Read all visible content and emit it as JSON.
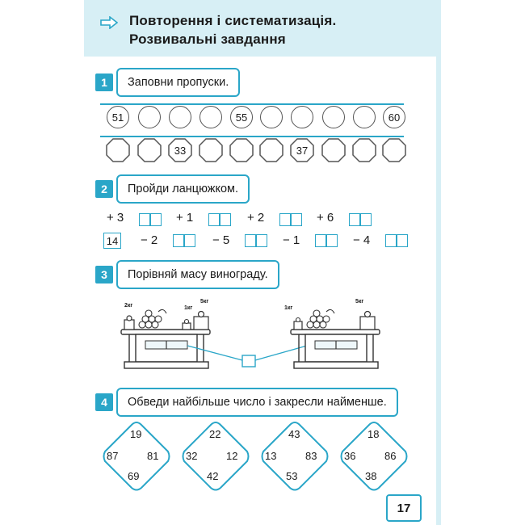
{
  "header": {
    "title_line1": "Повторення і систематизація.",
    "title_line2": "Розвивальні завдання"
  },
  "task1": {
    "num": "1",
    "text": "Заповни пропуски.",
    "row1": [
      "51",
      "",
      "",
      "",
      "55",
      "",
      "",
      "",
      "",
      "60"
    ],
    "row2": [
      "",
      "",
      "33",
      "",
      "",
      "",
      "37",
      "",
      "",
      ""
    ]
  },
  "task2": {
    "num": "2",
    "text": "Пройди ланцюжком.",
    "start": "14",
    "top_ops": [
      "+ 3",
      "+ 1",
      "+ 2",
      "+ 6"
    ],
    "bottom_ops": [
      "− 2",
      "− 5",
      "− 1",
      "− 4"
    ]
  },
  "task3": {
    "num": "3",
    "text": "Порівняй масу винограду.",
    "scale1": {
      "left_weight": "2кг",
      "right_weights": [
        "1кг",
        "5кг"
      ]
    },
    "scale2": {
      "left_weight": "1кг",
      "right_weight": "5кг"
    }
  },
  "task4": {
    "num": "4",
    "text": "Обведи найбільше число і закресли найменше.",
    "diamonds": [
      {
        "top": "19",
        "left": "87",
        "right": "81",
        "bottom": "69"
      },
      {
        "top": "22",
        "left": "32",
        "right": "12",
        "bottom": "42"
      },
      {
        "top": "43",
        "left": "13",
        "right": "83",
        "bottom": "53"
      },
      {
        "top": "18",
        "left": "36",
        "right": "86",
        "bottom": "38"
      }
    ]
  },
  "footer": {
    "page_number": "17"
  },
  "colors": {
    "accent": "#2aa6c8",
    "band": "#d7eff5"
  }
}
